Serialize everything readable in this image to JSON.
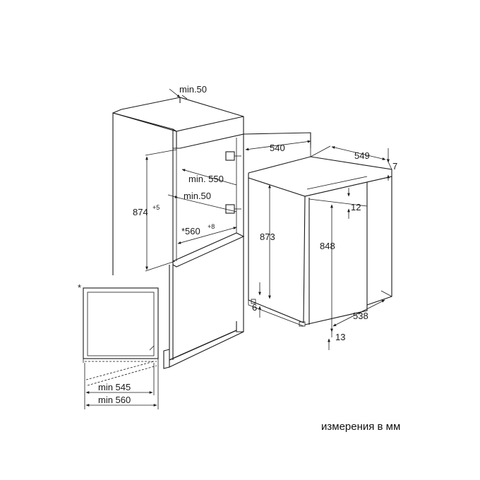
{
  "caption": "измерения в мм",
  "niche": {
    "top_gap": "min.50",
    "height": "874",
    "height_tol": "+5",
    "depth": "min. 550",
    "vent_gap": "min.50",
    "width": "*560",
    "width_tol": "+8"
  },
  "appliance": {
    "door_depth": "540",
    "width": "549",
    "top_offset": "7",
    "height": "873",
    "body_height": "848",
    "hinge_gap": "12",
    "bottom": "6",
    "depth": "538",
    "bottom_offset": "13"
  },
  "plan": {
    "asterisk": "*",
    "min_545": "min 545",
    "min_560": "min 560"
  },
  "colors": {
    "line": "#1a1a1a",
    "background": "#ffffff"
  }
}
